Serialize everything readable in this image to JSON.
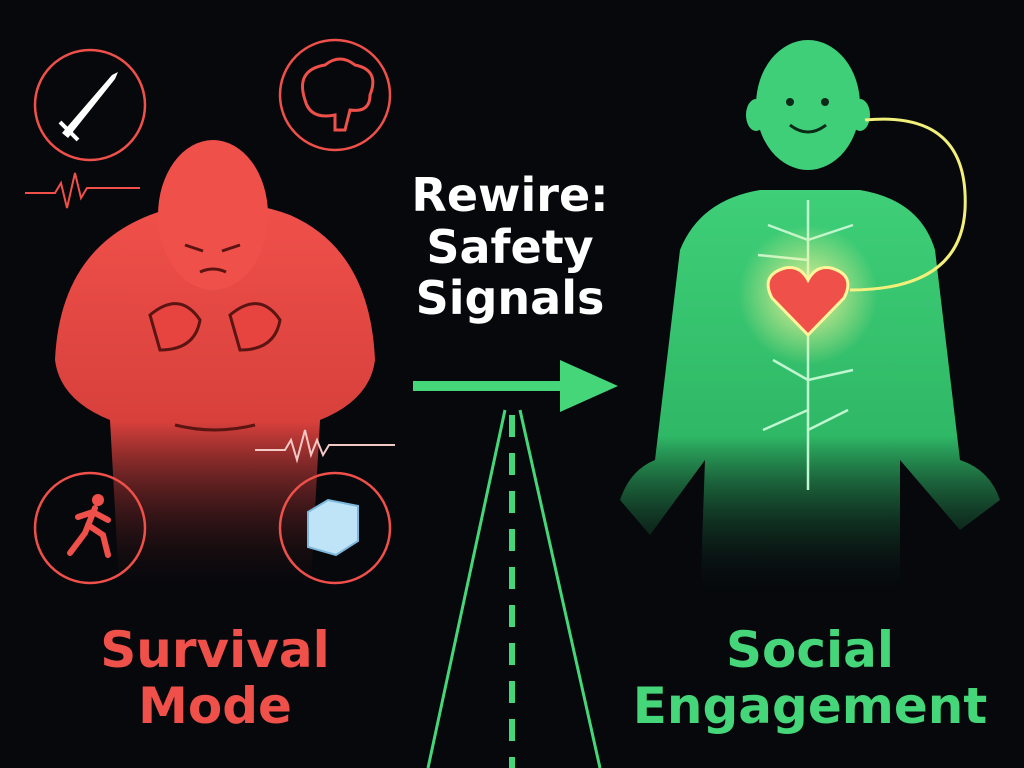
{
  "center": {
    "title_line1": "Rewire:",
    "title_line2": "Safety",
    "title_line3": "Signals"
  },
  "left": {
    "label_line1": "Survival",
    "label_line2": "Mode",
    "icons": [
      "sword-icon",
      "brain-icon",
      "running-person-icon",
      "ice-cube-icon"
    ]
  },
  "right": {
    "label_line1": "Social",
    "label_line2": "Engagement",
    "icons": [
      "heart-icon"
    ]
  },
  "colors": {
    "survival": "#f0504a",
    "social": "#46d67a",
    "background": "#06080c",
    "glow": "#f2f07a"
  }
}
